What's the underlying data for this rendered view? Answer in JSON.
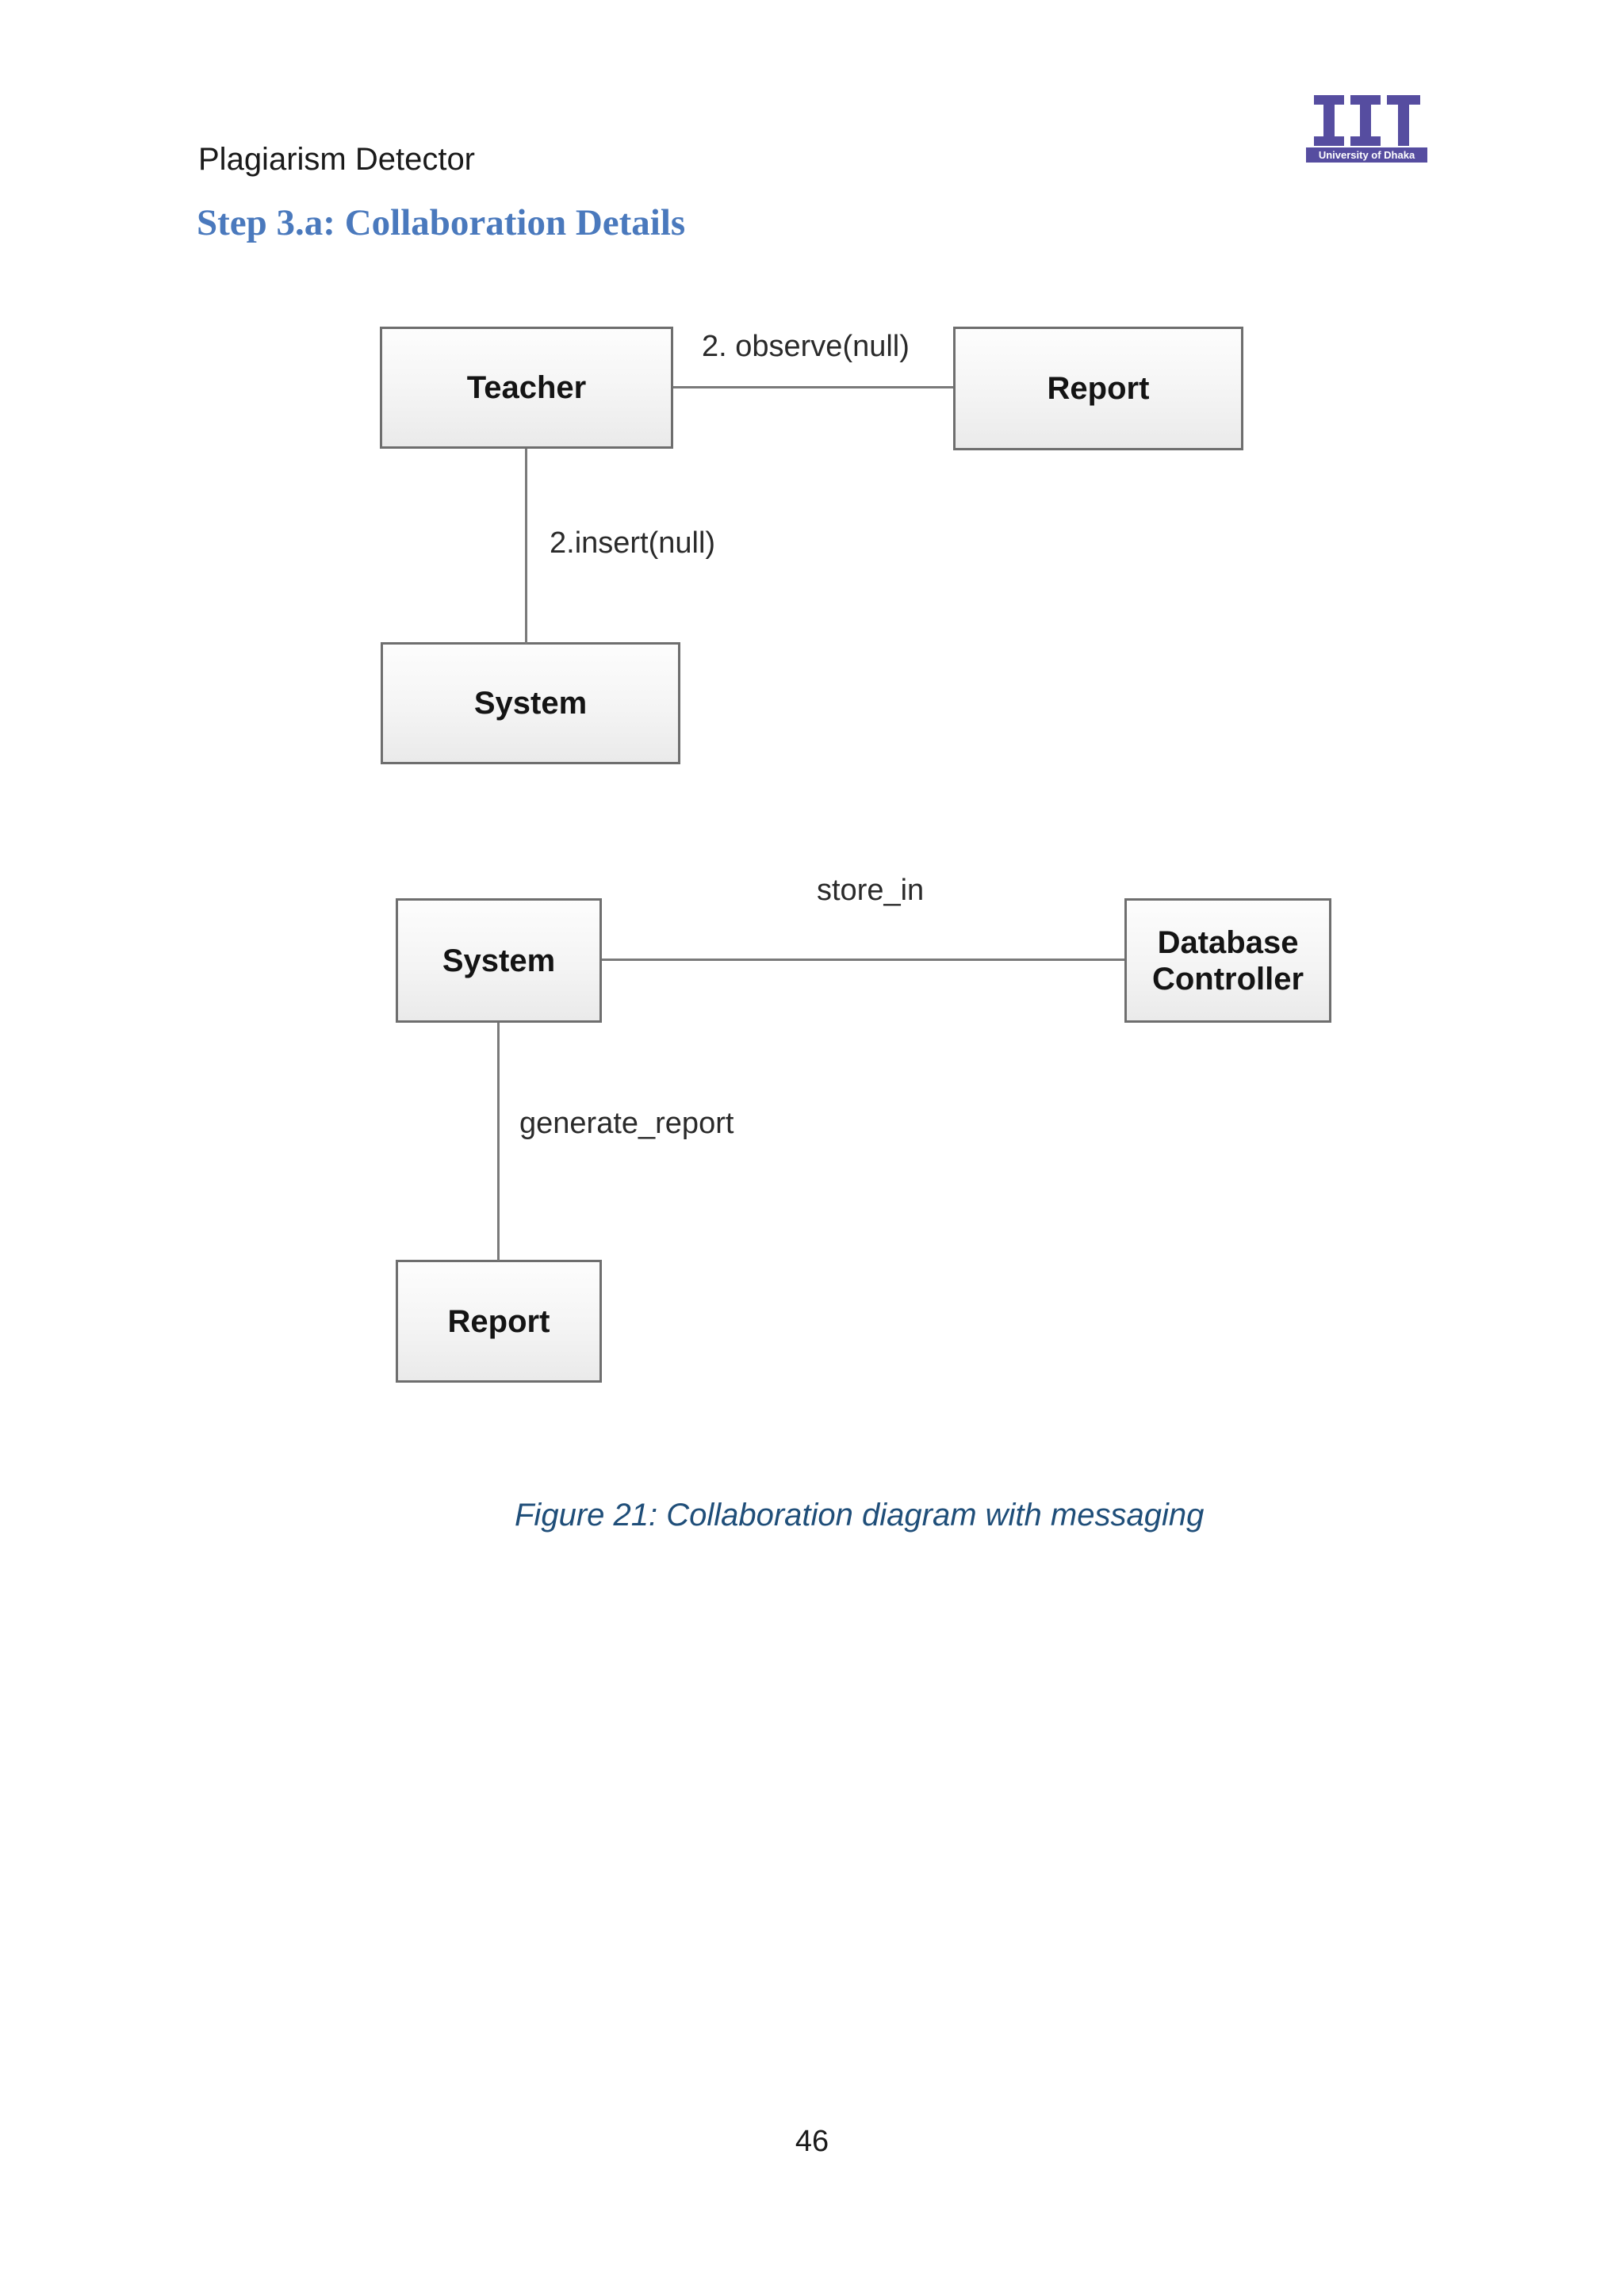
{
  "header": {
    "document_title": "Plagiarism Detector",
    "section_heading": "Step 3.a: Collaboration Details"
  },
  "logo": {
    "acronym": "IIT",
    "subtitle": "University of Dhaka",
    "color": "#564da0"
  },
  "diagram1": {
    "nodes": [
      {
        "id": "teacher",
        "label": "Teacher"
      },
      {
        "id": "report",
        "label": "Report"
      },
      {
        "id": "system",
        "label": "System"
      }
    ],
    "edges": [
      {
        "from": "Teacher",
        "to": "Report",
        "label": "2. observe(null)"
      },
      {
        "from": "Teacher",
        "to": "System",
        "label": "2.insert(null)"
      }
    ]
  },
  "diagram2": {
    "nodes": [
      {
        "id": "system",
        "label": "System"
      },
      {
        "id": "database-controller",
        "label": "Database Controller"
      },
      {
        "id": "report",
        "label": "Report"
      }
    ],
    "edges": [
      {
        "from": "System",
        "to": "Database Controller",
        "label": "store_in"
      },
      {
        "from": "System",
        "to": "Report",
        "label": "generate_report"
      }
    ]
  },
  "figure": {
    "caption": "Figure 21: Collaboration diagram with messaging"
  },
  "page_number": "46",
  "colors": {
    "heading_blue": "#4a79bd",
    "caption_navy": "#1f4e79",
    "box_border_gray": "#6e6e6e",
    "line_gray": "#7a7a7a"
  }
}
